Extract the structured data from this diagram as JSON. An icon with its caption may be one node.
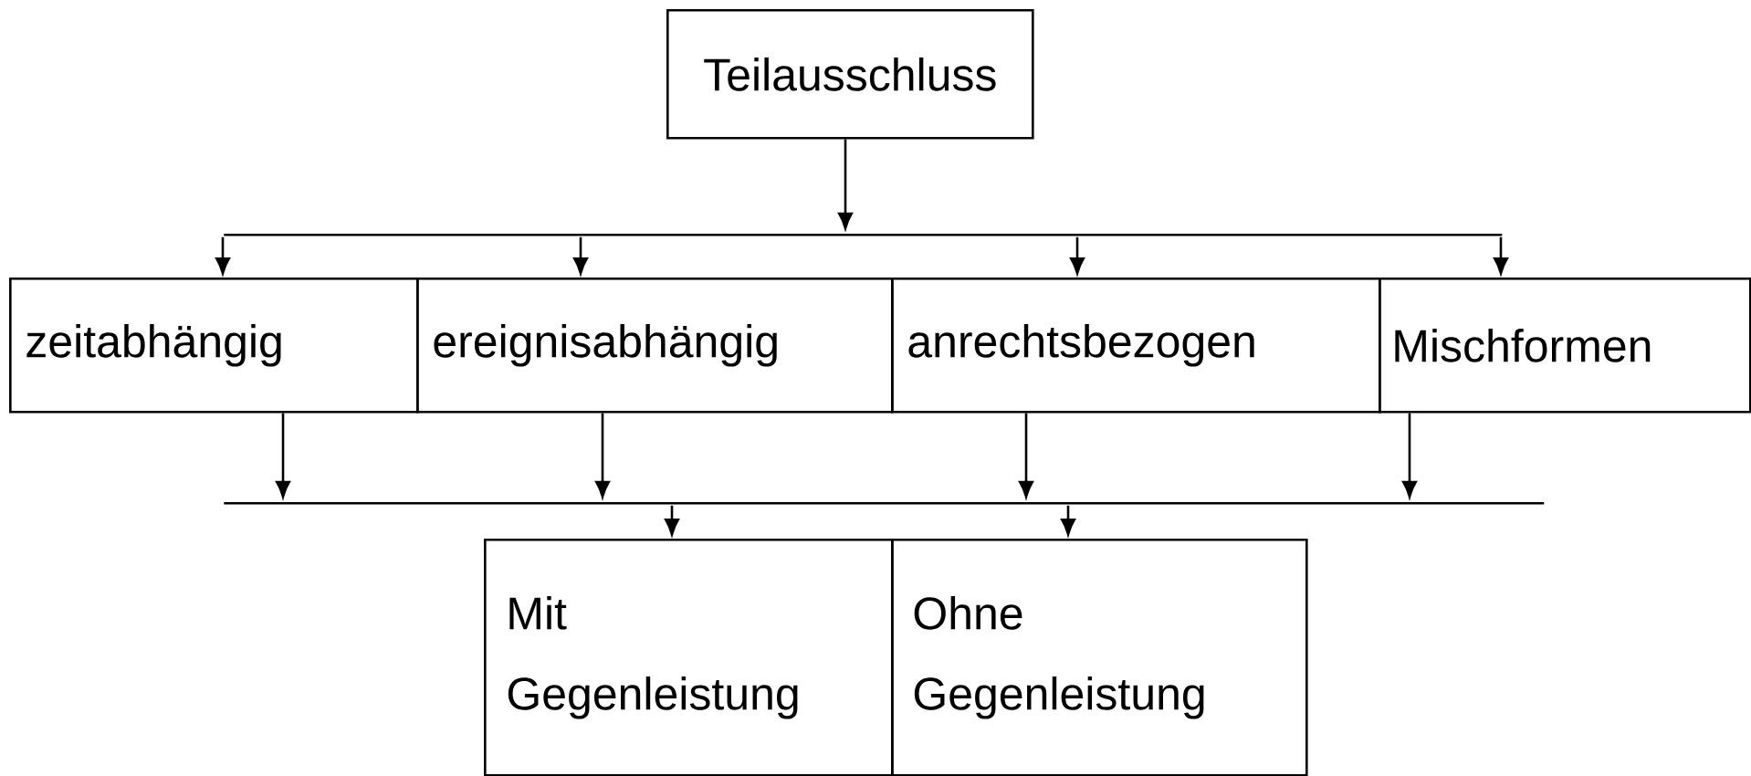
{
  "diagram": {
    "nodes": [
      {
        "text": [
          "Teilausschluss"
        ]
      },
      {
        "text": [],
        "shape": "bar"
      },
      {
        "text": [
          "zeitabhängig"
        ]
      },
      {
        "text": [
          "ereignisabhängig"
        ]
      },
      {
        "text": [
          "anrechtsbezogen"
        ]
      },
      {
        "text": [
          "Mischformen"
        ]
      },
      {
        "text": [],
        "shape": "bar"
      },
      {
        "text": [
          "Mit Gegenleistung"
        ]
      },
      {
        "text": [
          "Ohne Gegenleistung"
        ]
      }
    ],
    "edges": [
      {
        "from": 0,
        "to": 1,
        "arrow": "to"
      },
      {
        "from": 1,
        "to": 2,
        "arrow": "to"
      },
      {
        "from": 1,
        "to": 3,
        "arrow": "to"
      },
      {
        "from": 1,
        "to": 4,
        "arrow": "to"
      },
      {
        "from": 1,
        "to": 5,
        "arrow": "to"
      },
      {
        "from": 2,
        "to": 6,
        "arrow": "to"
      },
      {
        "from": 3,
        "to": 6,
        "arrow": "to"
      },
      {
        "from": 4,
        "to": 6,
        "arrow": "to"
      },
      {
        "from": 5,
        "to": 6,
        "arrow": "to"
      },
      {
        "from": 6,
        "to": 7,
        "arrow": "to"
      },
      {
        "from": 6,
        "to": 8,
        "arrow": "to"
      }
    ]
  }
}
